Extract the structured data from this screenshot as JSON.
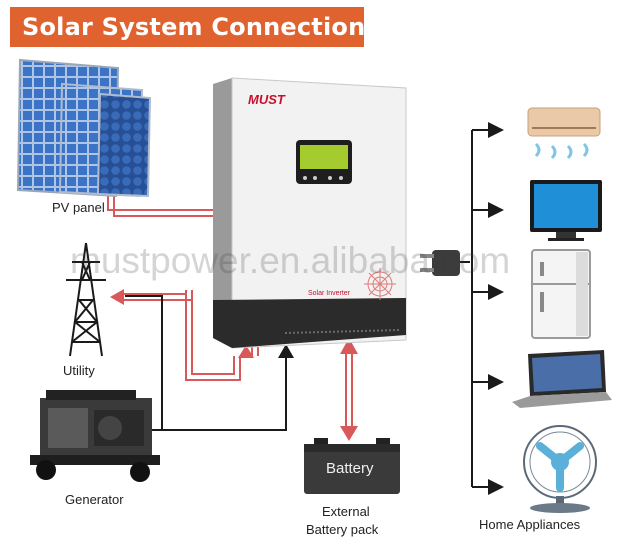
{
  "title": "Solar System Connection",
  "inverter": {
    "brand": "MUST",
    "model_label": "Solar Inverter"
  },
  "battery": {
    "label": "Battery"
  },
  "labels": {
    "pv_panel": "PV panel",
    "utility": "Utility",
    "generator": "Generator",
    "battery_line1": "External",
    "battery_line2": "Battery pack",
    "home_appliances": "Home Appliances"
  },
  "watermark": "mustpower.en.alibaba.com",
  "colors": {
    "title_bg": "#e0622f",
    "pv_wire": "#d9585a",
    "ac_wire": "#1a1a1a",
    "brand": "#c8102e"
  },
  "icons": [
    "solar-panel-icon",
    "transmission-tower-icon",
    "generator-icon",
    "plug-icon",
    "air-conditioner-icon",
    "tv-icon",
    "refrigerator-icon",
    "laptop-icon",
    "fan-icon"
  ]
}
